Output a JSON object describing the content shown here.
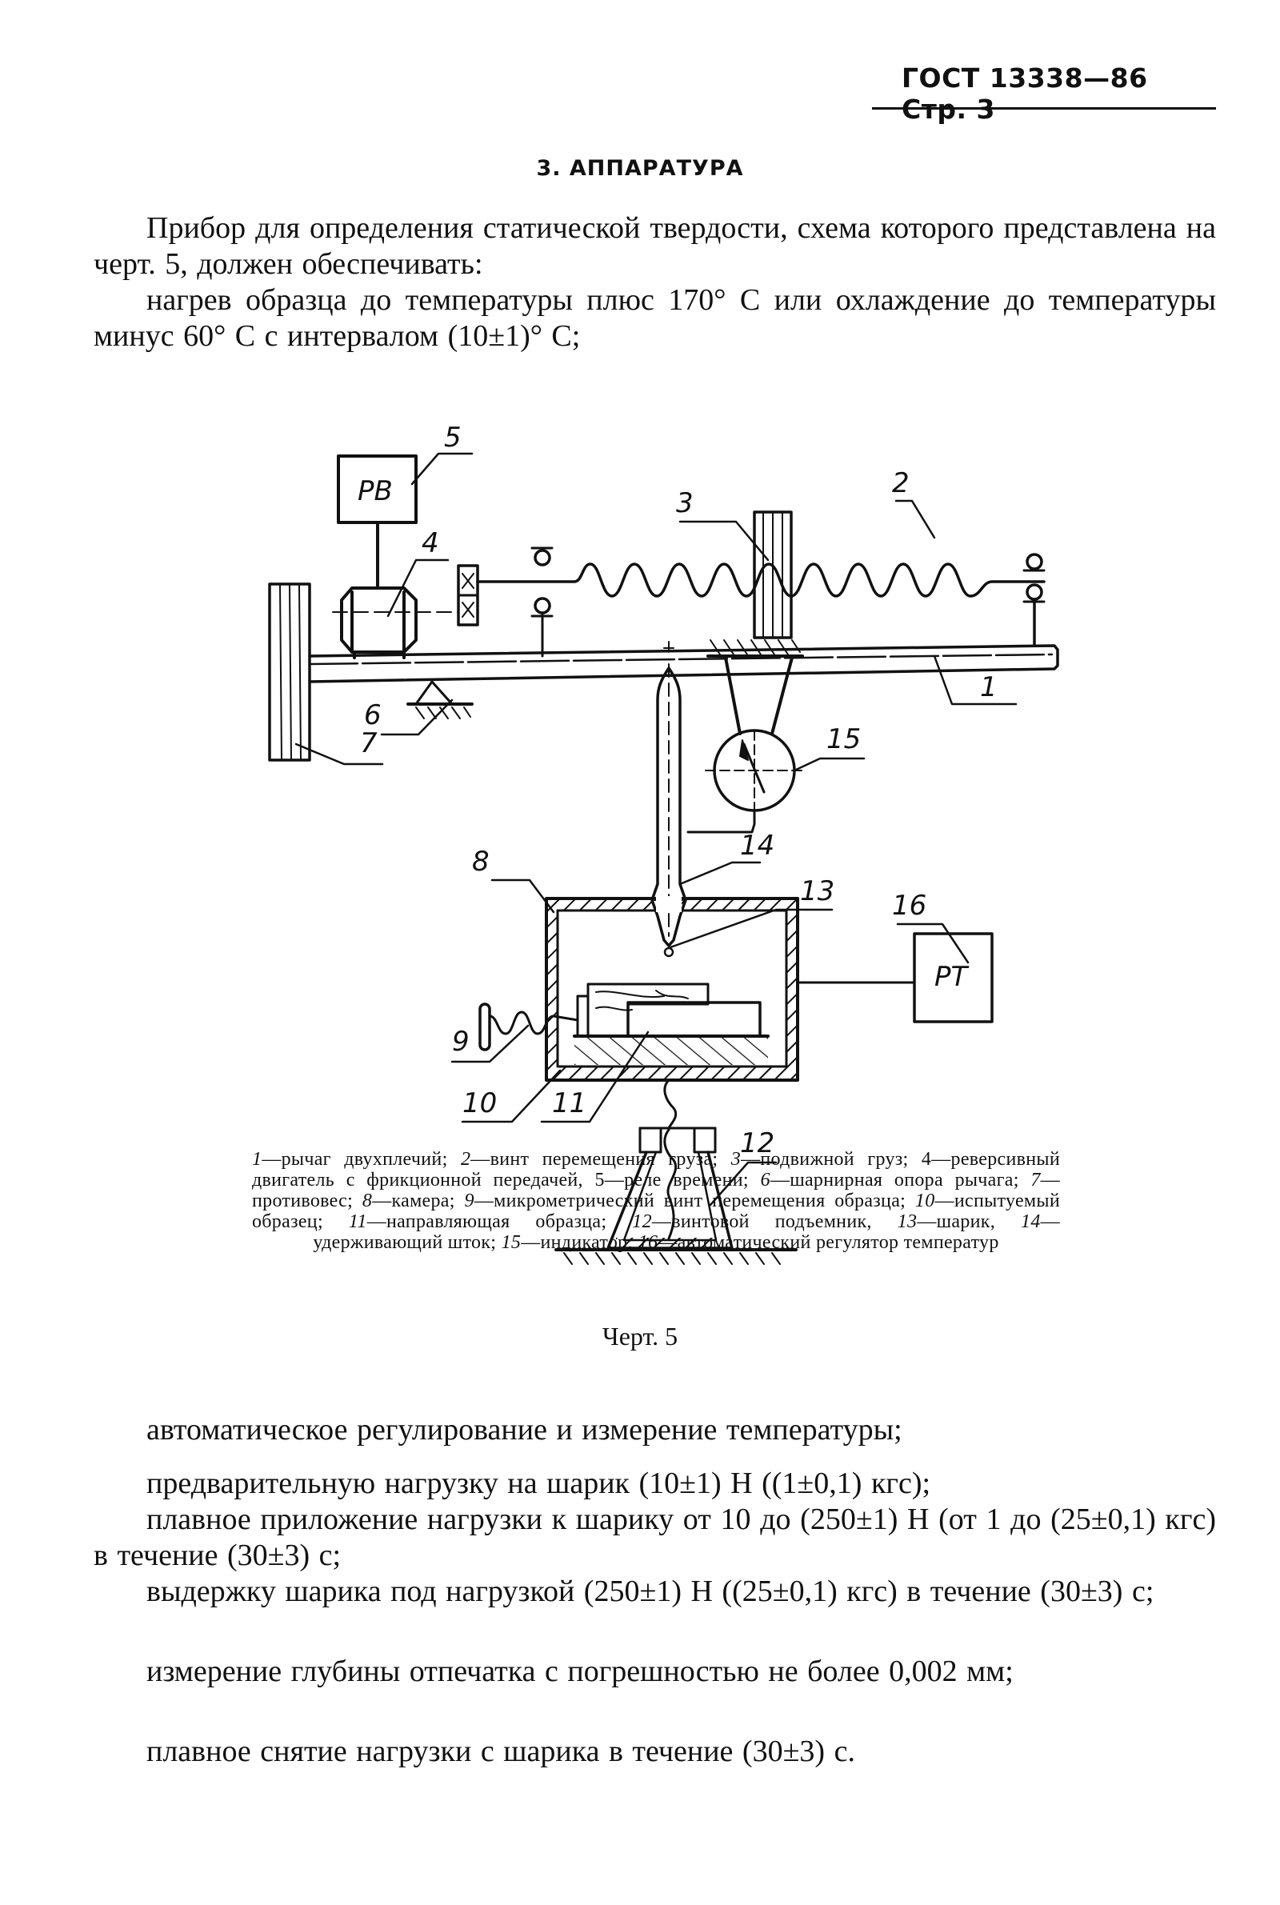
{
  "header": {
    "standard": "ГОСТ 13338—86",
    "page_label": "Стр. 3"
  },
  "section": {
    "title": "3. АППАРАТУРА"
  },
  "intro": {
    "p1": "Прибор для определения статической твердости, схема которого представлена на черт. 5, должен обеспечивать:",
    "p2": "нагрев образца до температуры плюс 170° С или охлаждение до температуры минус 60° С с интервалом (10±1)° С;"
  },
  "figure": {
    "block_labels": {
      "relay": "PB",
      "regulator": "PT"
    },
    "callouts": [
      "1",
      "2",
      "3",
      "4",
      "5",
      "6",
      "7",
      "8",
      "9",
      "10",
      "11",
      "12",
      "13",
      "14",
      "15",
      "16"
    ],
    "legend": [
      {
        "num": "1",
        "text": "рычаг двухплечий;"
      },
      {
        "num": "2",
        "text": "винт перемещения груза;"
      },
      {
        "num": "3",
        "text": "подвижной груз;"
      },
      {
        "num": "4",
        "text": "реверсивный двигатель с фрикционной передачей,"
      },
      {
        "num": "5",
        "text": "реле времени;"
      },
      {
        "num": "6",
        "text": "шарнирная опора рычага;"
      },
      {
        "num": "7",
        "text": "противовес;"
      },
      {
        "num": "8",
        "text": "камера;"
      },
      {
        "num": "9",
        "text": "микрометрический винт перемещения образца;"
      },
      {
        "num": "10",
        "text": "испытуемый образец;"
      },
      {
        "num": "11",
        "text": "направляющая образца;"
      },
      {
        "num": "12",
        "text": "винтовой подъемник,"
      },
      {
        "num": "13",
        "text": "шарик,"
      },
      {
        "num": "14",
        "text": "удерживающий шток;"
      },
      {
        "num": "15",
        "text": "индикатор;"
      },
      {
        "num": "16",
        "text": "автоматический регулятор температур"
      }
    ],
    "title": "Черт. 5"
  },
  "requirements": {
    "r1": "автоматическое регулирование и измерение температуры;",
    "r2": "предварительную нагрузку на шарик (10±1) Н ((1±0,1) кгс);",
    "r3": "плавное приложение нагрузки к шарику от 10 до (250±1) Н (от 1 до (25±0,1) кгс) в течение (30±3) с;",
    "r4": "выдержку шарика под нагрузкой (250±1) Н ((25±0,1) кгс) в течение (30±3) с;",
    "r5": "измерение глубины отпечатка с погрешностью не более 0,002 мм;",
    "r6": "плавное снятие нагрузки с шарика в течение (30±3) с."
  }
}
